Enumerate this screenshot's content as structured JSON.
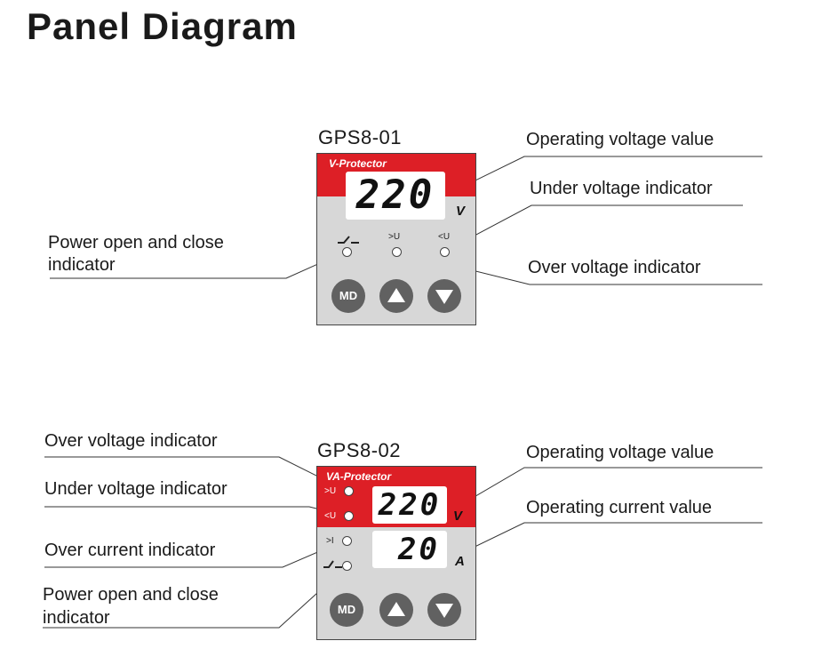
{
  "title": "Panel Diagram",
  "panel1": {
    "model": "GPS8-01",
    "brand": "V-Protector",
    "display_value": "220",
    "display_unit": "V",
    "indicator_tags": [
      ">U",
      "<U"
    ],
    "button_md": "MD",
    "callouts": {
      "operating_voltage": "Operating voltage value",
      "under_voltage": "Under voltage indicator",
      "power_line1": "Power open and close",
      "power_line2": "indicator",
      "over_voltage": "Over voltage indicator"
    }
  },
  "panel2": {
    "model": "GPS8-02",
    "brand": "VA-Protector",
    "voltage_value": "220",
    "voltage_unit": "V",
    "current_value": "20",
    "current_unit": "A",
    "indicator_tags": [
      ">U",
      "<U",
      ">I"
    ],
    "button_md": "MD",
    "callouts": {
      "over_voltage": "Over voltage indicator",
      "under_voltage": "Under voltage indicator",
      "over_current": "Over current indicator",
      "power_line1": "Power open and close",
      "power_line2": "indicator",
      "operating_voltage": "Operating voltage value",
      "operating_current": "Operating current value"
    }
  },
  "colors": {
    "brand_red": "#dd1f26",
    "panel_gray": "#d7d7d7",
    "button_gray": "#616161"
  }
}
